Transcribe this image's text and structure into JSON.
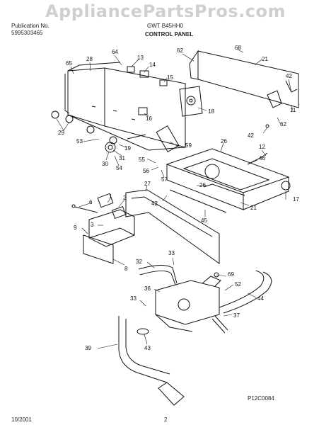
{
  "watermark": "AppliancePartsPros.com",
  "header": {
    "publication_label": "Publication No.",
    "model_label": "5995303465",
    "model_code": "GWT B45HH0",
    "section_title": "CONTROL PANEL"
  },
  "part_labels": {
    "p64": "64",
    "p65": "65",
    "p28": "28",
    "p13": "13",
    "p14": "14",
    "p15": "15",
    "p62a": "62",
    "p68": "68",
    "p21a": "21",
    "p42a": "42",
    "p11": "11",
    "p62b": "62",
    "p42b": "42",
    "p18": "18",
    "p16": "16",
    "p29": "29",
    "p53": "53",
    "p19": "19",
    "p31": "31",
    "p30": "30",
    "p54": "54",
    "p59": "59",
    "p55": "55",
    "p56": "56",
    "p57": "57",
    "p26a": "26",
    "p46": "46",
    "p12": "12",
    "p27": "27",
    "p26b": "26",
    "p17": "17",
    "p42c": "42",
    "p21b": "21",
    "p45": "45",
    "p1": "1",
    "p2": "2",
    "p6": "6",
    "p3": "3",
    "p9": "9",
    "p8": "8",
    "p33a": "33",
    "p32": "32",
    "p69": "69",
    "p36": "36",
    "p52": "52",
    "p44": "44",
    "p33b": "33",
    "p37": "37",
    "p43": "43",
    "p39": "39"
  },
  "footer": {
    "drawing_code": "P12C0084",
    "date": "10/2001",
    "page_number": "2"
  }
}
